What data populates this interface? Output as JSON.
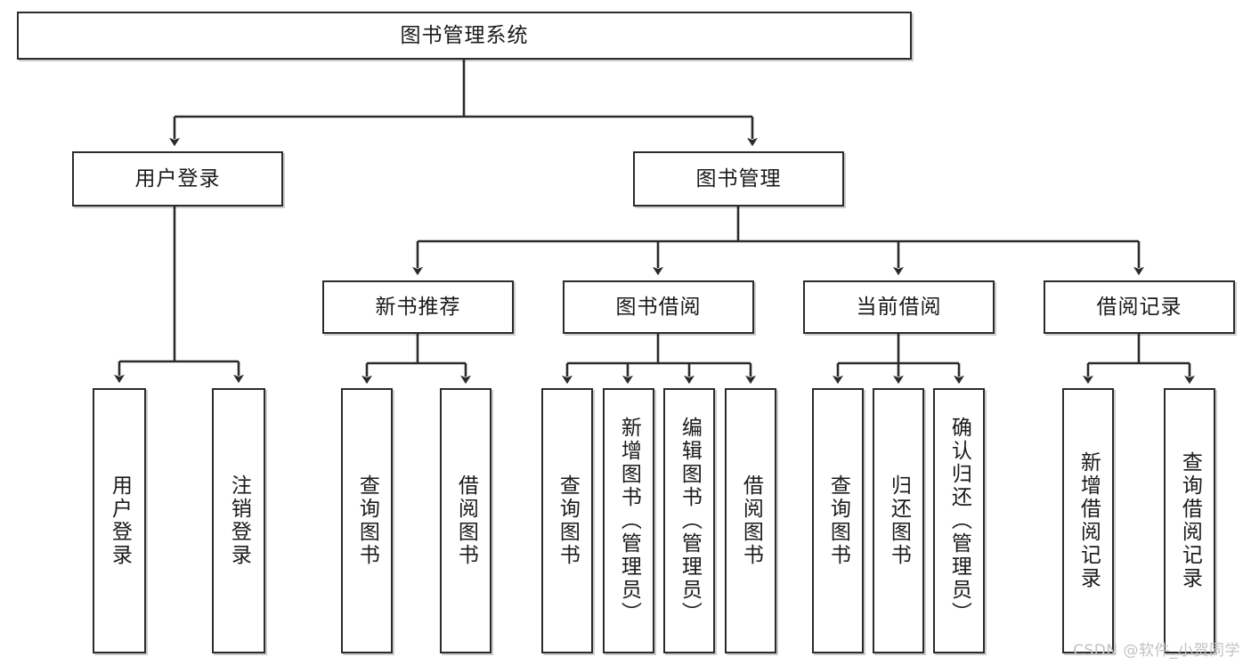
{
  "diagram": {
    "title": "图书管理系统",
    "type": "tree",
    "watermark": "CSDN @软件_小贺同学",
    "colors": {
      "box_border": "#2b2b2b",
      "box_fill": "#ffffff",
      "edge": "#2b2b2b",
      "text": "#1a1a1a",
      "watermark": "#c2c2c2"
    }
  },
  "nodes": {
    "root": {
      "label": "图书管理系统",
      "level": 1
    },
    "l2": [
      {
        "id": "user_login",
        "label": "用户登录"
      },
      {
        "id": "book_manage",
        "label": "图书管理"
      }
    ],
    "l3": [
      {
        "id": "new_book_rec",
        "label": "新书推荐"
      },
      {
        "id": "book_borrow",
        "label": "图书借阅"
      },
      {
        "id": "current_borrow",
        "label": "当前借阅"
      },
      {
        "id": "borrow_record",
        "label": "借阅记录"
      }
    ],
    "leaves": {
      "user_login": [
        {
          "id": "leaf_user_login",
          "label": "用户登录"
        },
        {
          "id": "leaf_user_logout",
          "label": "注销登录"
        }
      ],
      "new_book_rec": [
        {
          "id": "leaf_query_book_1",
          "label": "查询图书"
        },
        {
          "id": "leaf_borrow_book_1",
          "label": "借阅图书"
        }
      ],
      "book_borrow": [
        {
          "id": "leaf_query_book_2",
          "label": "查询图书"
        },
        {
          "id": "leaf_add_book",
          "label": "新增图书（管理员）"
        },
        {
          "id": "leaf_edit_book",
          "label": "编辑图书（管理员）"
        },
        {
          "id": "leaf_borrow_book_2",
          "label": "借阅图书"
        }
      ],
      "current_borrow": [
        {
          "id": "leaf_query_book_3",
          "label": "查询图书"
        },
        {
          "id": "leaf_return_book",
          "label": "归还图书"
        },
        {
          "id": "leaf_confirm_return",
          "label": "确认归还（管理员）"
        }
      ],
      "borrow_record": [
        {
          "id": "leaf_add_record",
          "label": "新增借阅记录"
        },
        {
          "id": "leaf_query_record",
          "label": "查询借阅记录"
        }
      ]
    }
  }
}
